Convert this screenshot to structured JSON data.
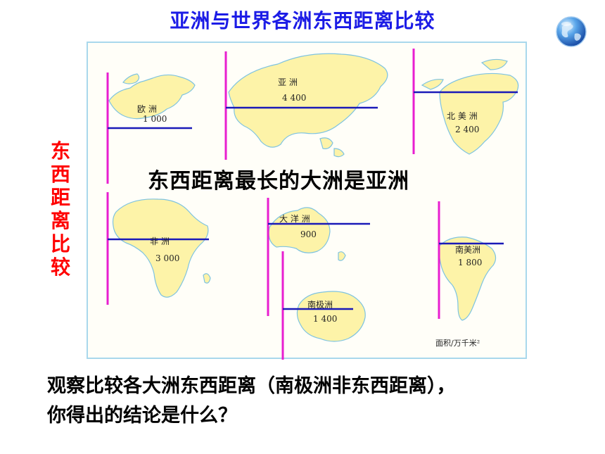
{
  "title": "亚洲与世界各洲东西距离比较",
  "side_label": [
    "东",
    "西",
    "距",
    "离",
    "比",
    "较"
  ],
  "conclusion": "东西距离最长的大洲是亚洲",
  "question": {
    "line1": "观察比较各大洲东西距离（南极洲非东西距离），",
    "line2": "你得出的结论是什么？"
  },
  "map": {
    "unit_label": "面积/万千米²",
    "continents": [
      {
        "id": "europe",
        "name": "欧 洲",
        "area": "1 000"
      },
      {
        "id": "asia",
        "name": "亚 洲",
        "area": "4 400"
      },
      {
        "id": "north-america",
        "name": "北 美 洲",
        "area": "2 400"
      },
      {
        "id": "africa",
        "name": "非 洲",
        "area": "3 000"
      },
      {
        "id": "oceania",
        "name": "大 洋 洲",
        "area": "900"
      },
      {
        "id": "south-america",
        "name": "南美洲",
        "area": "1 800"
      },
      {
        "id": "antarctica",
        "name": "南极洲",
        "area": "1 400"
      }
    ]
  },
  "colors": {
    "title": "#1c1ce6",
    "side_label": "#ff0000",
    "land": "#fdf3a8",
    "land_outline": "#7ec3e0",
    "start_line": "#e81ed0",
    "measure_line": "#1a1ab8",
    "panel_border": "#a9d8ec"
  },
  "icons": {
    "globe": "globe-icon"
  }
}
